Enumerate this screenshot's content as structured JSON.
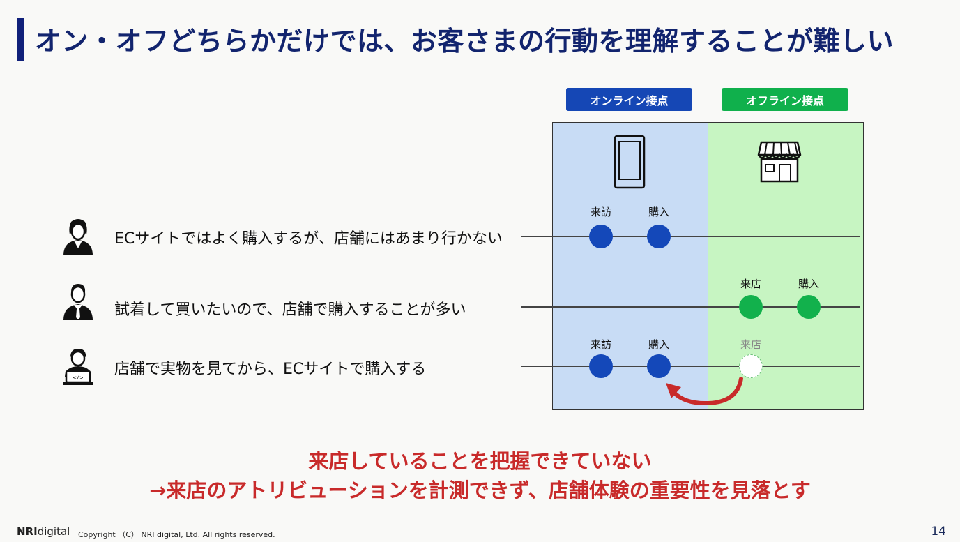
{
  "title": "オン・オフどちらかだけでは、お客さまの行動を理解することが難しい",
  "headers": {
    "online": "オンライン接点",
    "offline": "オフライン接点"
  },
  "rows": [
    {
      "text": "ECサイトではよく購入するが、店舗にはあまり行かない"
    },
    {
      "text": "試着して買いたいので、店舗で購入することが多い"
    },
    {
      "text": "店舗で実物を見てから、ECサイトで購入する"
    }
  ],
  "touchpoints": {
    "row1": {
      "visit": "来訪",
      "purchase": "購入"
    },
    "row2": {
      "store_visit": "来店",
      "purchase": "購入"
    },
    "row3": {
      "visit": "来訪",
      "purchase": "購入",
      "store_visit": "来店"
    }
  },
  "icons": {
    "online": "smartphone-icon",
    "offline": "store-icon"
  },
  "colors": {
    "online": "#1547b5",
    "offline": "#10b04c",
    "accent": "#c82a2a",
    "title": "#12246e"
  },
  "conclusion": {
    "line1": "来店していることを把握できていない",
    "line2": "→来店のアトリビューションを計測できず、店舗体験の重要性を見落とす"
  },
  "footer": {
    "logo_bold": "NRI",
    "logo_rest": "digital",
    "copyright": "Copyright （C） NRI digital, Ltd. All rights reserved.",
    "page_number": "14"
  }
}
